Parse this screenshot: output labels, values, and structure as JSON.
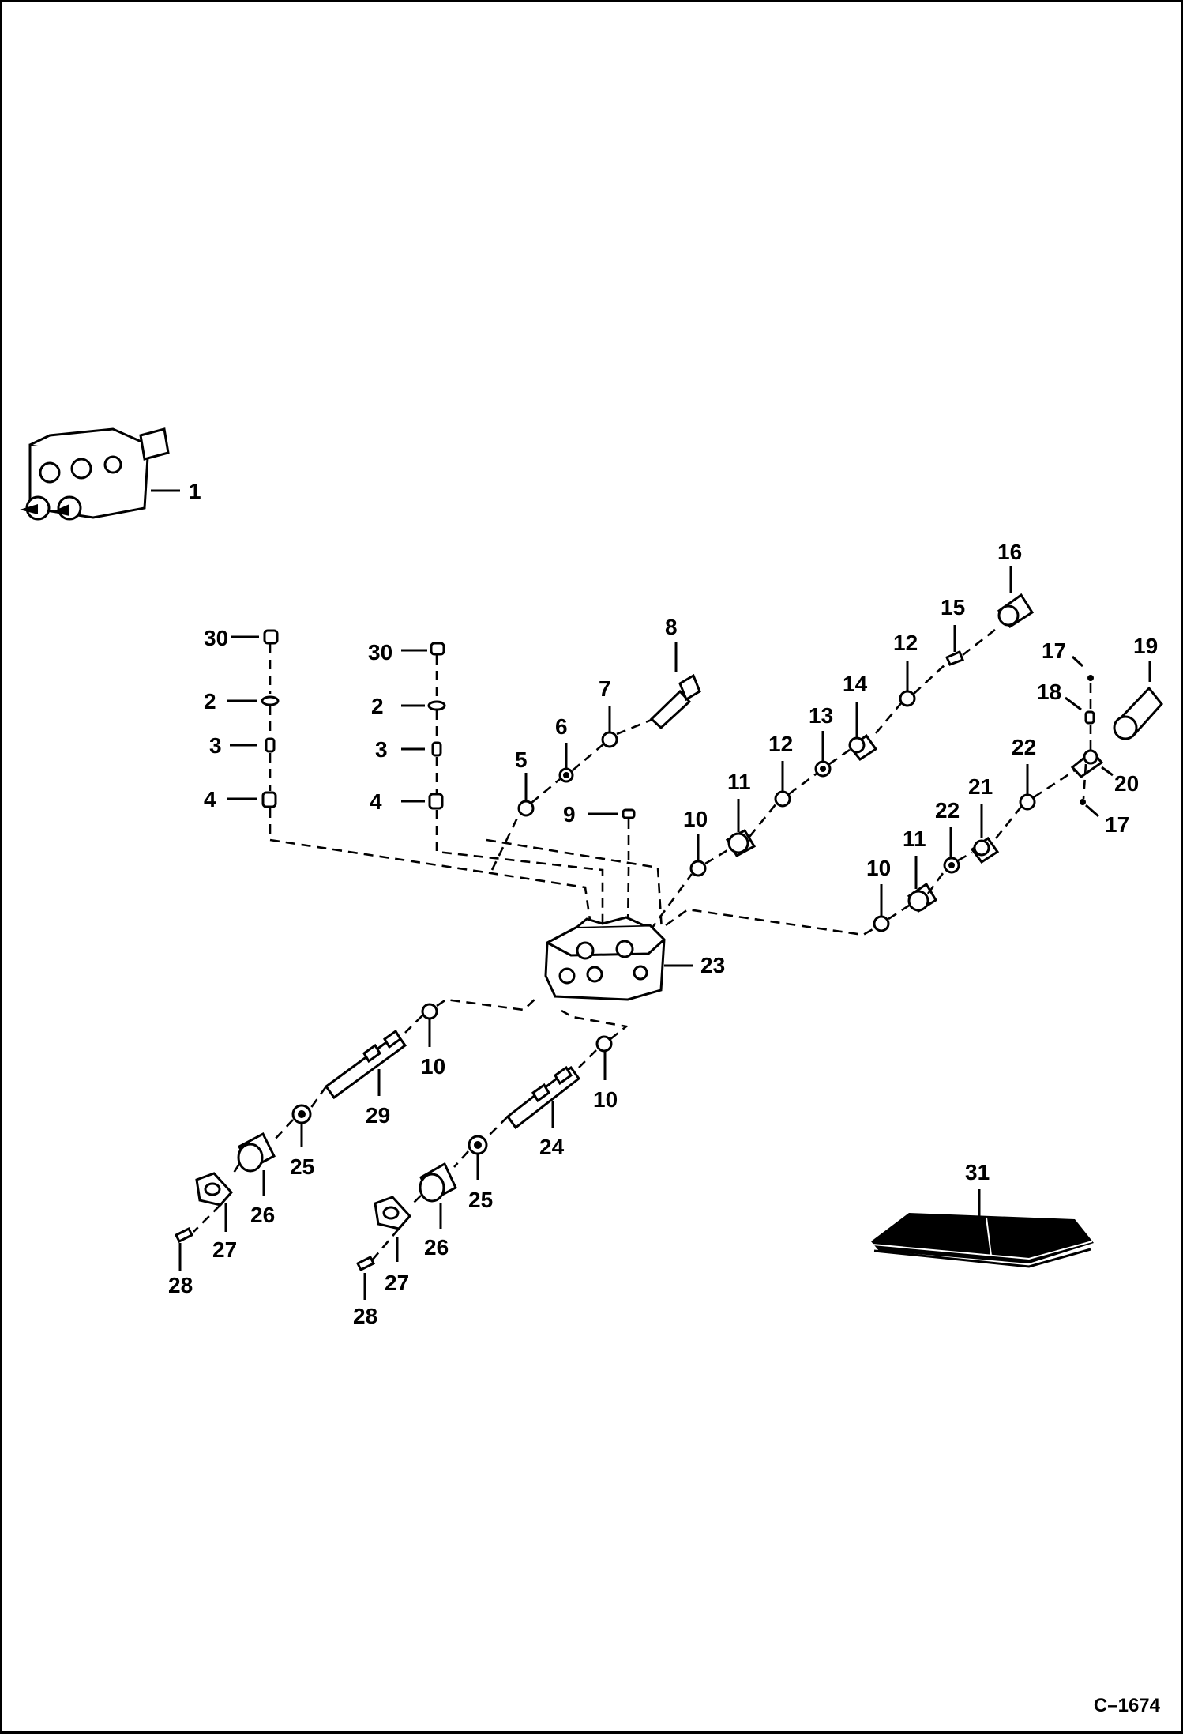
{
  "figure_code": "C–1674",
  "labels": [
    {
      "id": "l1",
      "text": "1"
    },
    {
      "id": "l30a",
      "text": "30"
    },
    {
      "id": "l2a",
      "text": "2"
    },
    {
      "id": "l3a",
      "text": "3"
    },
    {
      "id": "l4a",
      "text": "4"
    },
    {
      "id": "l30b",
      "text": "30"
    },
    {
      "id": "l2b",
      "text": "2"
    },
    {
      "id": "l3b",
      "text": "3"
    },
    {
      "id": "l4b",
      "text": "4"
    },
    {
      "id": "l5",
      "text": "5"
    },
    {
      "id": "l6",
      "text": "6"
    },
    {
      "id": "l7",
      "text": "7"
    },
    {
      "id": "l8",
      "text": "8"
    },
    {
      "id": "l9",
      "text": "9"
    },
    {
      "id": "l10a",
      "text": "10"
    },
    {
      "id": "l11a",
      "text": "11"
    },
    {
      "id": "l12a",
      "text": "12"
    },
    {
      "id": "l13",
      "text": "13"
    },
    {
      "id": "l14",
      "text": "14"
    },
    {
      "id": "l12b",
      "text": "12"
    },
    {
      "id": "l15",
      "text": "15"
    },
    {
      "id": "l16",
      "text": "16"
    },
    {
      "id": "l17a",
      "text": "17"
    },
    {
      "id": "l18",
      "text": "18"
    },
    {
      "id": "l19",
      "text": "19"
    },
    {
      "id": "l20",
      "text": "20"
    },
    {
      "id": "l17b",
      "text": "17"
    },
    {
      "id": "l22a",
      "text": "22"
    },
    {
      "id": "l21",
      "text": "21"
    },
    {
      "id": "l22b",
      "text": "22"
    },
    {
      "id": "l11b",
      "text": "11"
    },
    {
      "id": "l10b",
      "text": "10"
    },
    {
      "id": "l23",
      "text": "23"
    },
    {
      "id": "l10c",
      "text": "10"
    },
    {
      "id": "l10d",
      "text": "10"
    },
    {
      "id": "l29",
      "text": "29"
    },
    {
      "id": "l24",
      "text": "24"
    },
    {
      "id": "l25a",
      "text": "25"
    },
    {
      "id": "l26a",
      "text": "26"
    },
    {
      "id": "l27a",
      "text": "27"
    },
    {
      "id": "l28a",
      "text": "28"
    },
    {
      "id": "l25b",
      "text": "25"
    },
    {
      "id": "l26b",
      "text": "26"
    },
    {
      "id": "l27b",
      "text": "27"
    },
    {
      "id": "l28b",
      "text": "28"
    },
    {
      "id": "l31",
      "text": "31"
    }
  ]
}
